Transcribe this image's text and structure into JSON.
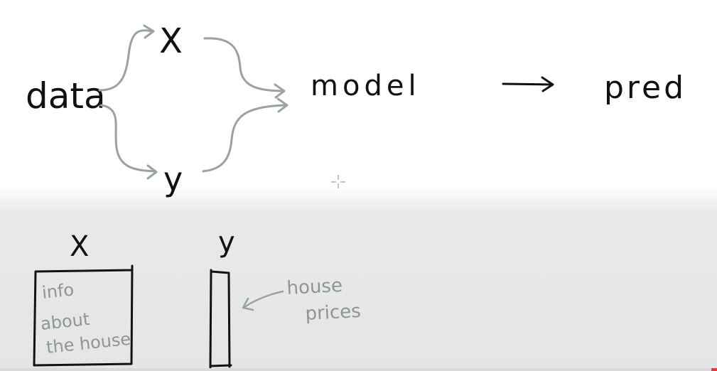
{
  "diagram": {
    "nodes": {
      "data": "data",
      "x_top": "X",
      "y_bottom": "y",
      "model": "model",
      "pred": "pred"
    },
    "bottom": {
      "x_label": "X",
      "y_label": "y",
      "box_x_lines": [
        "info",
        "about",
        "the house"
      ],
      "box_y_annotation_lines": [
        "house",
        "prices"
      ]
    }
  },
  "colors": {
    "ink": "#111111",
    "gray_ink": "#8e9597",
    "arrow_gray": "#9aa2a4",
    "progress_red": "#e53935"
  }
}
